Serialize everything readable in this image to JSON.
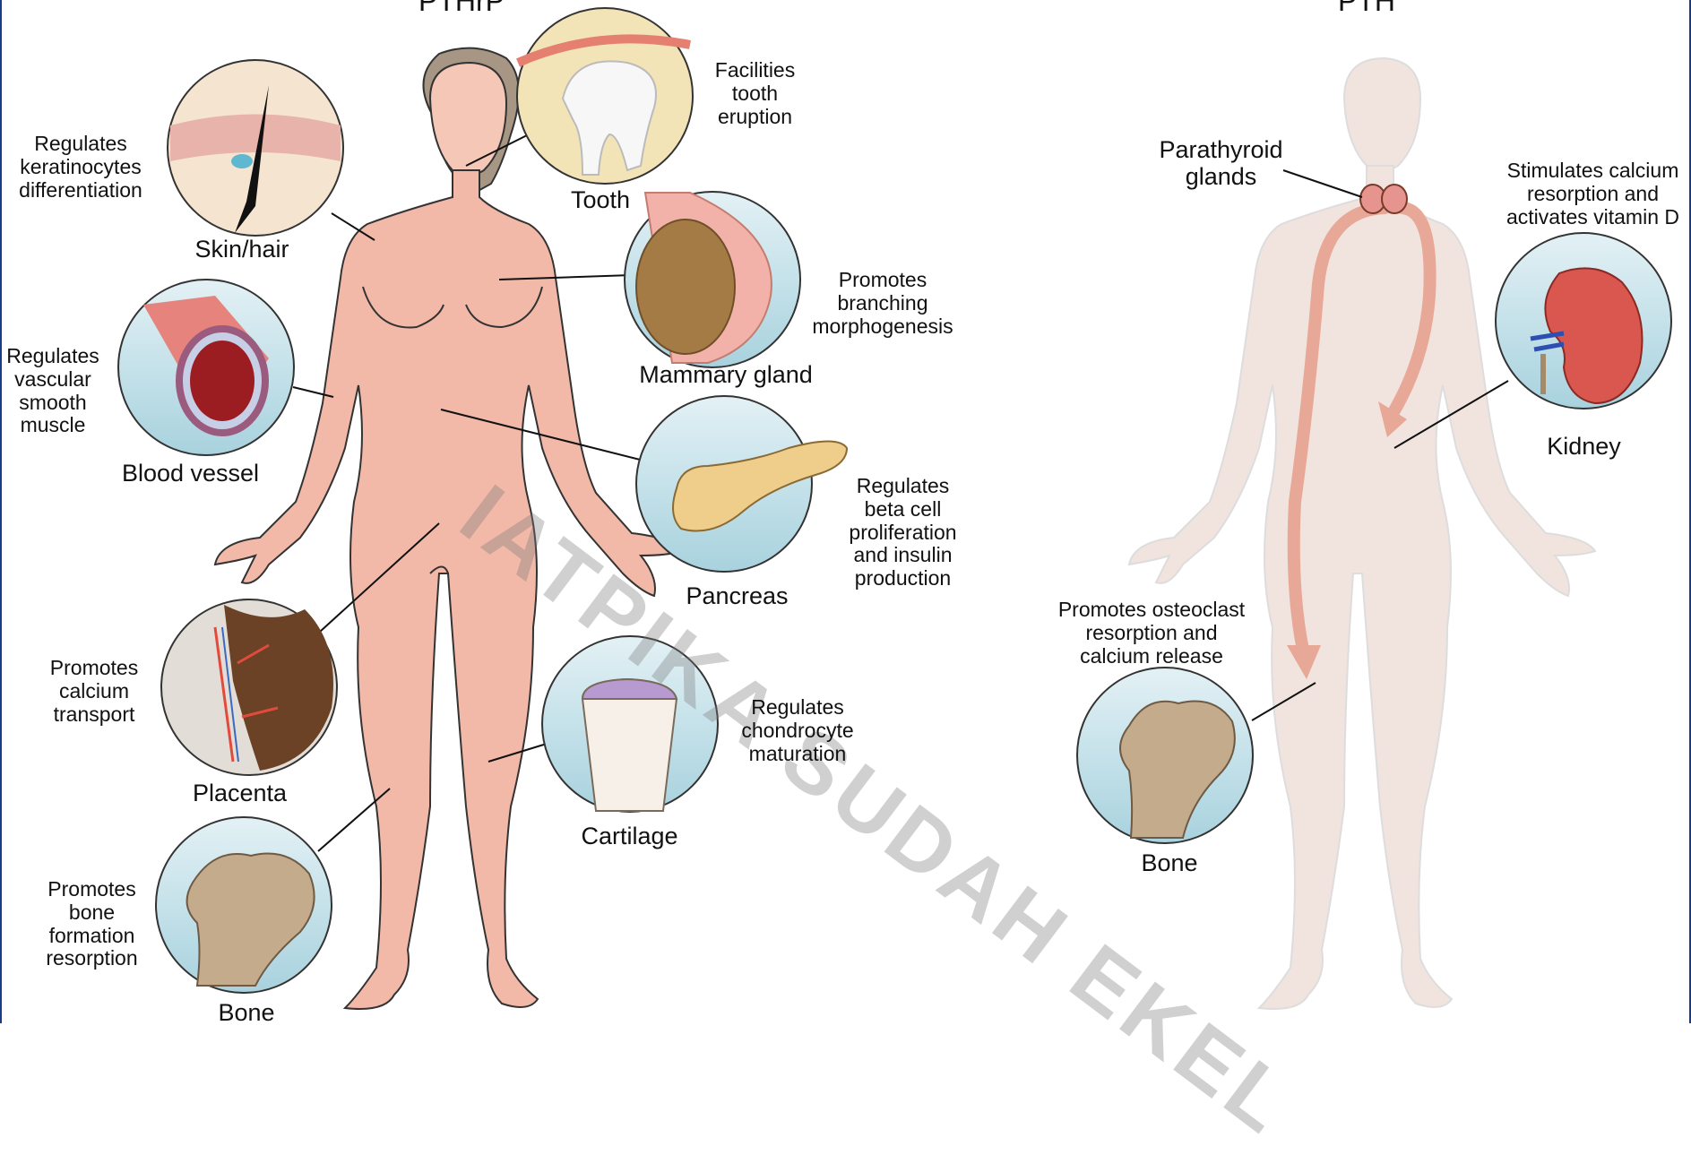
{
  "titles": {
    "left": "PTHrP",
    "right": "PTH"
  },
  "pthrp": {
    "tooth": {
      "name": "Tooth",
      "desc": "Facilities\ntooth\neruption"
    },
    "skin": {
      "name": "Skin/hair",
      "desc": "Regulates\nkeratinocytes\ndifferentiation"
    },
    "mammary": {
      "name": "Mammary gland",
      "desc": "Promotes\nbranching\nmorphogenesis"
    },
    "vessel": {
      "name": "Blood vessel",
      "desc": "Regulates\nvascular\nsmooth\nmuscle"
    },
    "pancreas": {
      "name": "Pancreas",
      "desc": "Regulates\nbeta cell\nproliferation\nand insulin\nproduction"
    },
    "placenta": {
      "name": "Placenta",
      "desc": "Promotes\ncalcium\ntransport"
    },
    "cartilage": {
      "name": "Cartilage",
      "desc": "Regulates\nchondrocyte\nmaturation"
    },
    "bone": {
      "name": "Bone",
      "desc": "Promotes\nbone\nformation\nresorption"
    }
  },
  "pth": {
    "glands": {
      "name": "Parathyroid\nglands"
    },
    "kidney": {
      "name": "Kidney",
      "desc": "Stimulates calcium\nresorption and\nactivates vitamin D"
    },
    "bone": {
      "name": "Bone",
      "desc": "Promotes osteoclast\nresorption and\ncalcium release"
    }
  },
  "watermark": "IATPIKA SUDAH EKEL",
  "colors": {
    "body_left": "#f2b9a8",
    "body_right": "#f1e3de",
    "circle_bg": "#b7dbe4",
    "arrow": "#e8a898",
    "frame": "#1a3a8a"
  }
}
